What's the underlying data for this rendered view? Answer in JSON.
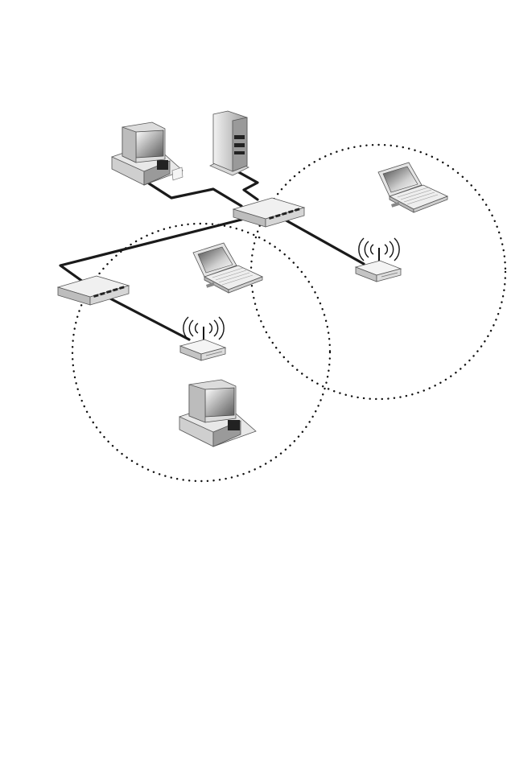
{
  "diagram": {
    "type": "network-topology",
    "nodes": [
      {
        "id": "desktop-pc-top",
        "kind": "desktop-computer-icon"
      },
      {
        "id": "server-tower",
        "kind": "server-icon"
      },
      {
        "id": "main-switch",
        "kind": "ethernet-switch-icon"
      },
      {
        "id": "secondary-switch",
        "kind": "ethernet-switch-icon"
      },
      {
        "id": "access-point-right",
        "kind": "wireless-access-point-icon"
      },
      {
        "id": "access-point-left",
        "kind": "wireless-access-point-icon"
      },
      {
        "id": "laptop-right",
        "kind": "laptop-icon"
      },
      {
        "id": "laptop-middle",
        "kind": "laptop-icon"
      },
      {
        "id": "desktop-pc-bottom",
        "kind": "desktop-computer-icon"
      }
    ],
    "wired_links": [
      [
        "desktop-pc-top",
        "main-switch"
      ],
      [
        "server-tower",
        "main-switch"
      ],
      [
        "main-switch",
        "secondary-switch"
      ],
      [
        "main-switch",
        "access-point-right"
      ],
      [
        "secondary-switch",
        "access-point-left"
      ]
    ],
    "coverage_areas": [
      {
        "id": "coverage-left",
        "access_point": "access-point-left",
        "style": "dotted"
      },
      {
        "id": "coverage-right",
        "access_point": "access-point-right",
        "style": "dotted"
      }
    ],
    "colors": {
      "line": "#111111",
      "device_light": "#f2f2f2",
      "device_mid": "#bdbdbd",
      "device_dark": "#1e1e1e"
    }
  }
}
